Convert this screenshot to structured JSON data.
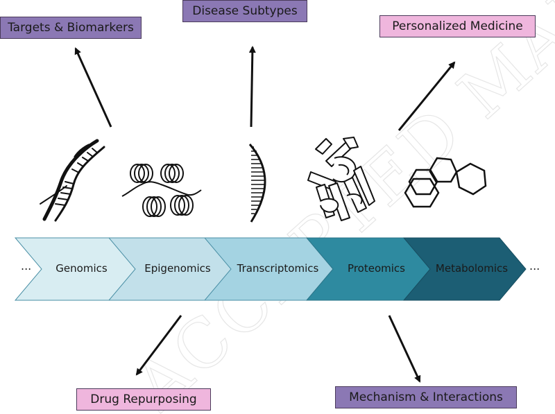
{
  "outputs": {
    "targets": "Targets & Biomarkers",
    "subtypes": "Disease Subtypes",
    "personalized": "Personalized Medicine",
    "repurposing": "Drug Repurposing",
    "mechanism": "Mechanism & Interactions"
  },
  "pipeline": {
    "lead_ellipsis": "...",
    "trail_ellipsis": "...",
    "stages": [
      "Genomics",
      "Epigenomics",
      "Transcriptomics",
      "Proteomics",
      "Metabolomics"
    ],
    "stage_colors": [
      "#d8edf2",
      "#c2e0ea",
      "#a4d3e2",
      "#2e8aa0",
      "#1c5e74"
    ]
  },
  "watermark": "ACCEPTED MANUSCRIPT",
  "colors": {
    "box_dark": "#8b78b4",
    "box_light": "#efb6dd",
    "arrow": "#111111"
  }
}
